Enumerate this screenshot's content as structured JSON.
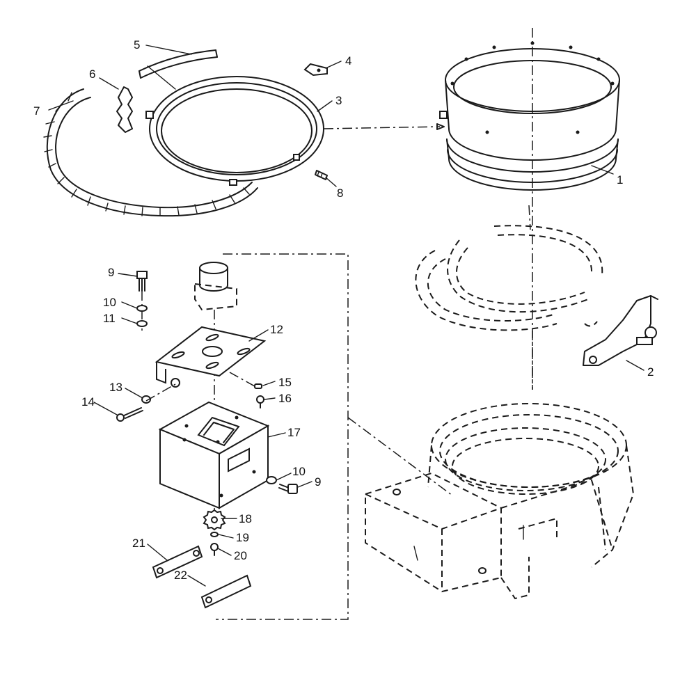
{
  "diagram": {
    "labels": [
      "1",
      "2",
      "3",
      "4",
      "5",
      "6",
      "7",
      "8",
      "9",
      "10",
      "11",
      "12",
      "13",
      "14",
      "15",
      "16",
      "17",
      "18",
      "19",
      "20",
      "21",
      "22",
      "9",
      "10"
    ]
  }
}
